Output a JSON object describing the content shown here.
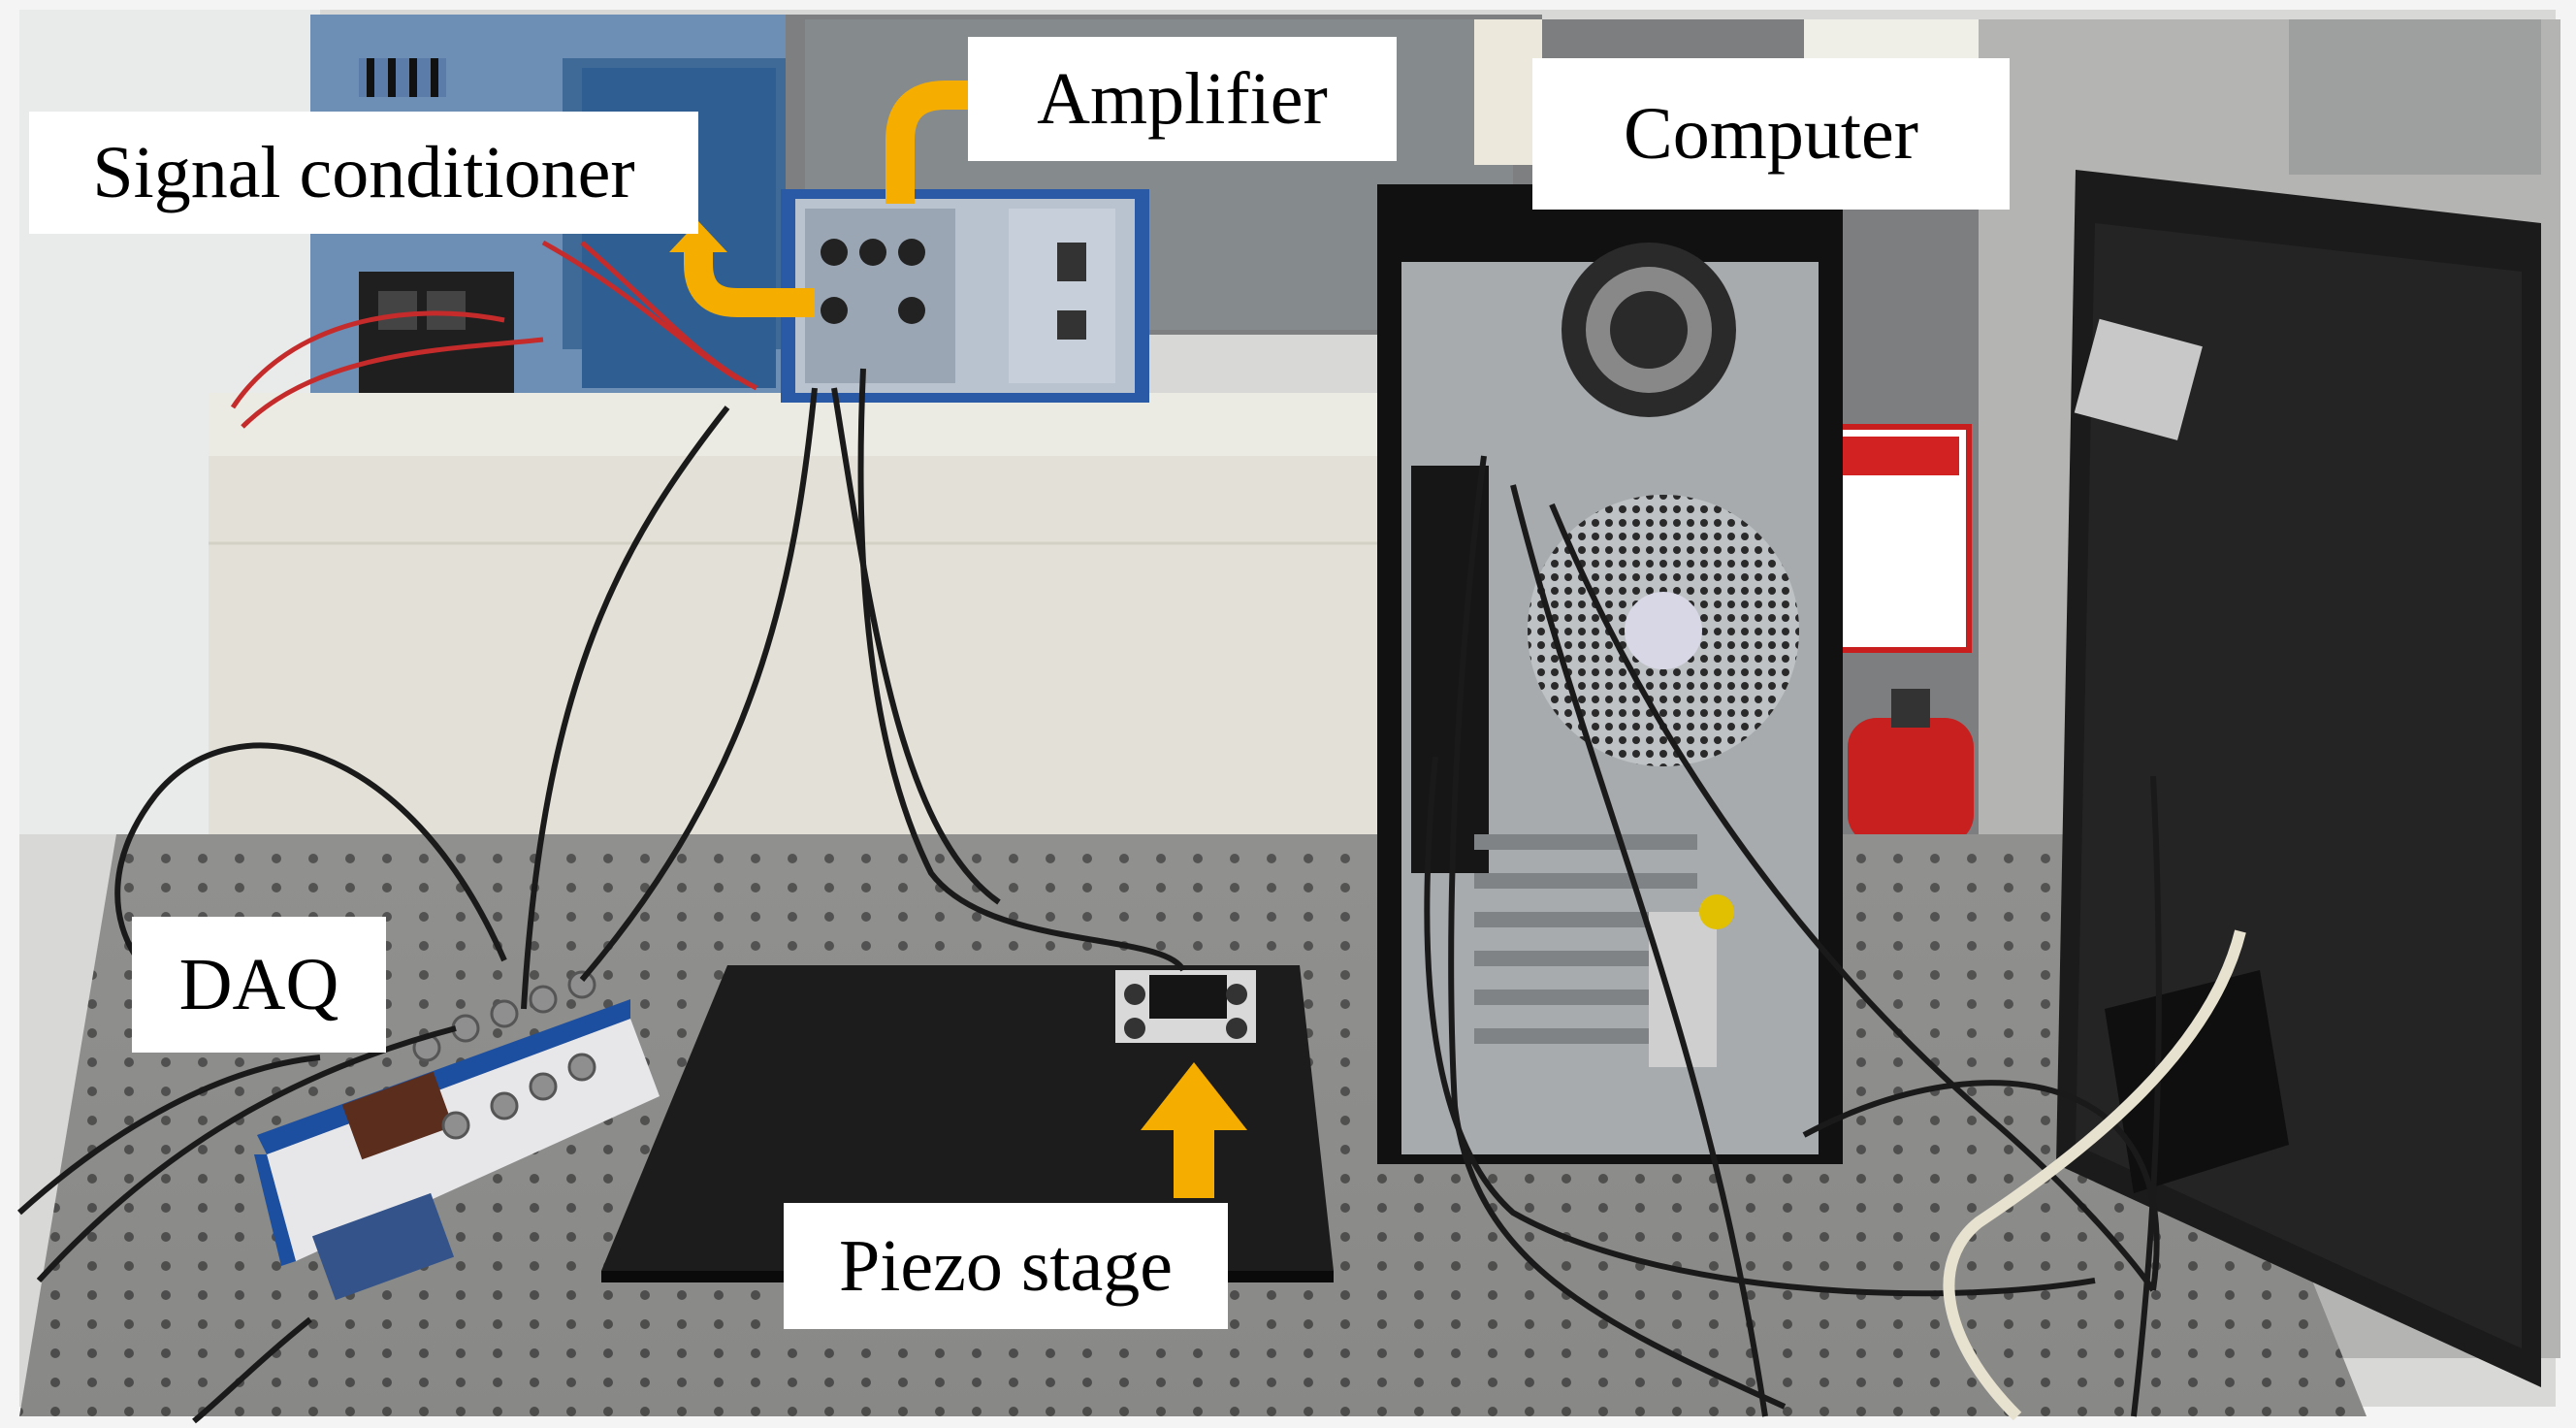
{
  "labels": {
    "signal_conditioner": "Signal conditioner",
    "amplifier": "Amplifier",
    "computer": "Computer",
    "daq": "DAQ",
    "piezo_stage": "Piezo stage"
  },
  "colors": {
    "arrow": "#f5ad00",
    "label_background": "#ffffff",
    "label_text": "#000000"
  }
}
